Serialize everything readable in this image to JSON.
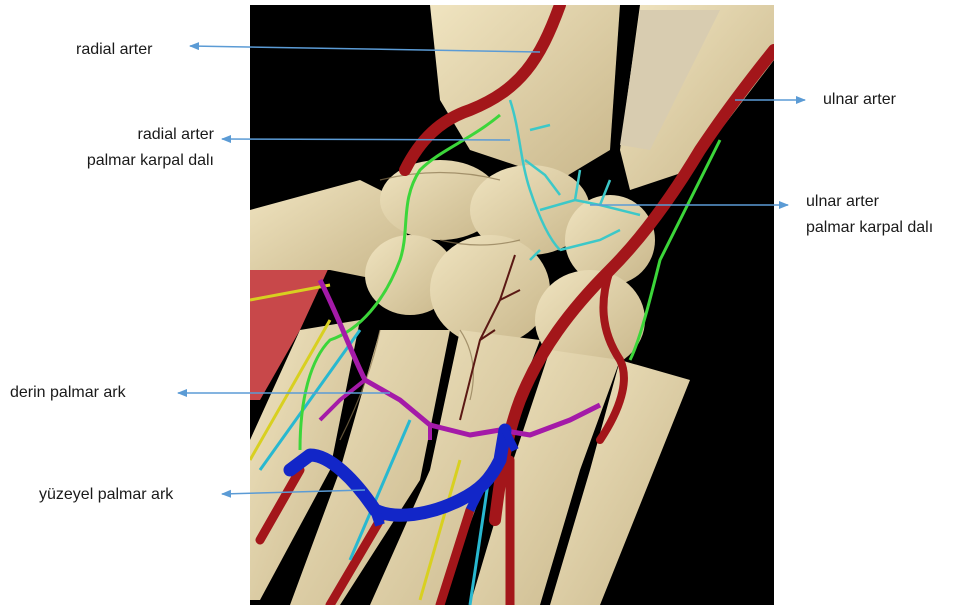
{
  "labels": {
    "radial_arter": "radial arter",
    "radial_palmar_line1": "radial arter",
    "radial_palmar_line2": "palmar karpal dalı",
    "ulnar_arter": "ulnar arter",
    "ulnar_palmar_line1": "ulnar arter",
    "ulnar_palmar_line2": "palmar karpal dalı",
    "derin_palmar_ark": "derin palmar ark",
    "yuzeyel_palmar_ark": "yüzeyel palmar ark"
  },
  "colors": {
    "background": "#000000",
    "bone": "#e6d6ac",
    "bone_shade": "#bfae84",
    "artery_red": "#a3161a",
    "deep_arch_magenta": "#a41aa8",
    "superficial_arch_blue": "#1226c8",
    "radial_palmar_branch_green": "#3cd63a",
    "ulnar_palmar_branch_cyan": "#3cc8c8",
    "pointer_arrow": "#5b9bd5",
    "muscle": "#c8484a"
  }
}
